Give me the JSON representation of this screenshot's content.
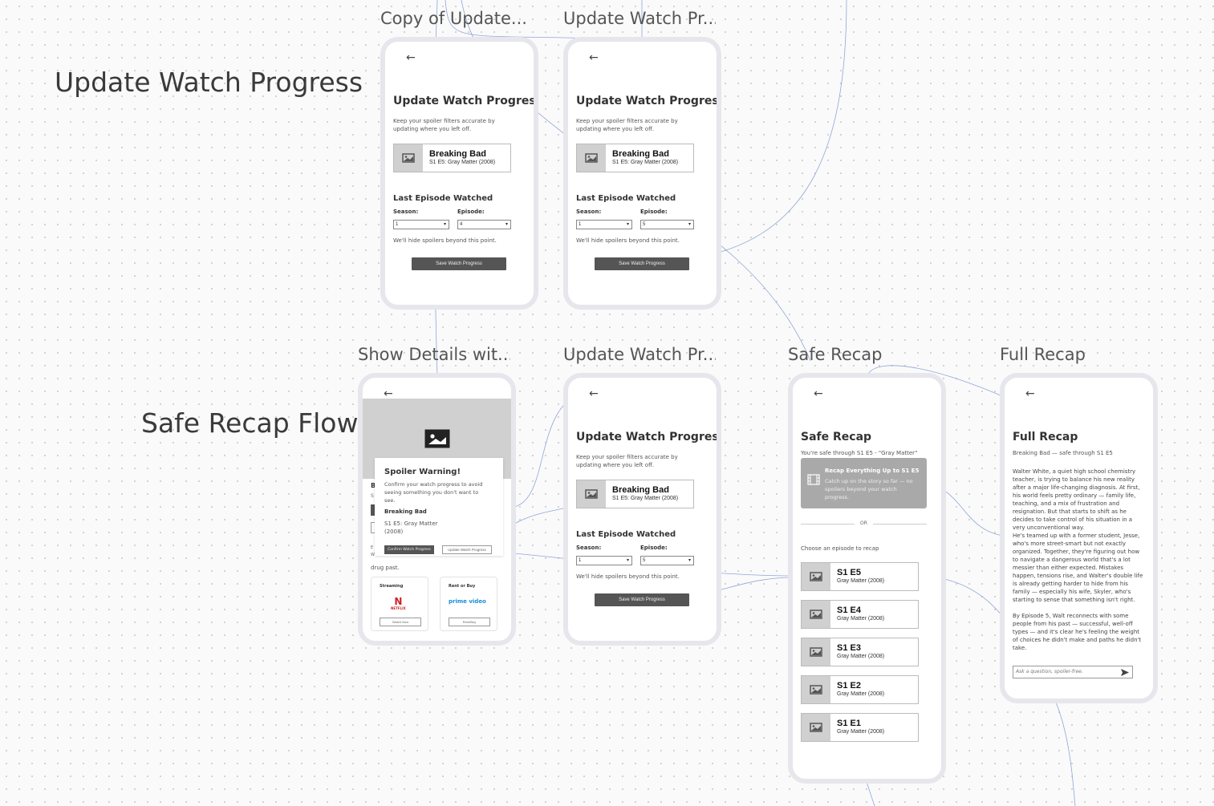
{
  "sections": {
    "update_watch_progress": "Update Watch Progress",
    "safe_recap_flow": "Safe Recap Flow"
  },
  "frame_labels": {
    "copy_of_update": "Copy of Update...",
    "update_watch_pr_top": "Update Watch Pr...",
    "show_details": "Show Details wit...",
    "update_watch_pr_bottom": "Update Watch Pr...",
    "safe_recap": "Safe Recap",
    "full_recap": "Full Recap"
  },
  "common": {
    "back": "←"
  },
  "update_screen": {
    "title": "Update Watch Progress",
    "description": "Keep your spoiler filters accurate by updating where you left off.",
    "show_title": "Breaking Bad",
    "show_subtitle": "S1 E5: Gray Matter (2008)",
    "section_heading": "Last Episode Watched",
    "season_label": "Season:",
    "episode_label": "Episode:",
    "season_value": "1",
    "episode_value_a": "4",
    "episode_value_b": "5",
    "note": "We'll hide spoilers beyond this point.",
    "save_button": "Save Watch Progress"
  },
  "show_details": {
    "modal_title": "Spoiler Warning!",
    "modal_text": "Confirm your watch progress to avoid seeing something you don't want to see.",
    "modal_show": "Breaking Bad",
    "modal_episode": "S1 E5: Gray Matter (2008)",
    "confirm_button": "Confirm Watch Progress",
    "update_button": "Update Watch Progress",
    "trailing_text": "drug past.",
    "streaming_label": "Streaming",
    "rent_label": "Rent or Buy",
    "netflix": "NETFLIX",
    "prime": "prime video",
    "watch_now": "Watch Now",
    "rent_button": "Rent/Buy"
  },
  "safe_recap": {
    "title": "Safe Recap",
    "subtitle": "You're safe through S1 E5 - \"Gray Matter\"",
    "cta_title": "Recap Everything Up to S1 E5",
    "cta_text": "Catch up on the story so far — no spoilers beyond your watch progress.",
    "or": "OR",
    "choose": "Choose an episode to recap",
    "episodes": [
      {
        "code": "S1 E5",
        "name": "Gray Matter (2008)"
      },
      {
        "code": "S1 E4",
        "name": "Gray Matter (2008)"
      },
      {
        "code": "S1 E3",
        "name": "Gray Matter (2008)"
      },
      {
        "code": "S1 E2",
        "name": "Gray Matter (2008)"
      },
      {
        "code": "S1 E1",
        "name": "Gray Matter (2008)"
      }
    ]
  },
  "full_recap": {
    "title": "Full Recap",
    "subtitle": "Breaking Bad — safe through S1 E5",
    "p1": "Walter White, a quiet high school chemistry teacher, is trying to balance his new reality after a major life-changing diagnosis. At first, his world feels pretty ordinary — family life, teaching, and a mix of frustration and resignation. But that starts to shift as he decides to take control of his situation in a very unconventional way.",
    "p2": "He's teamed up with a former student, Jesse, who's more street-smart but not exactly organized. Together, they're figuring out how to navigate a dangerous world that's a lot messier than either expected. Mistakes happen, tensions rise, and Walter's double life is already getting harder to hide from his family — especially his wife, Skyler, who's starting to sense that something isn't right.",
    "p3": "By Episode 5, Walt reconnects with some people from his past — successful, well-off types — and it's clear he's feeling the weight of choices he didn't make and paths he didn't take.",
    "ask_placeholder": "Ask a question, spoiler-free."
  }
}
